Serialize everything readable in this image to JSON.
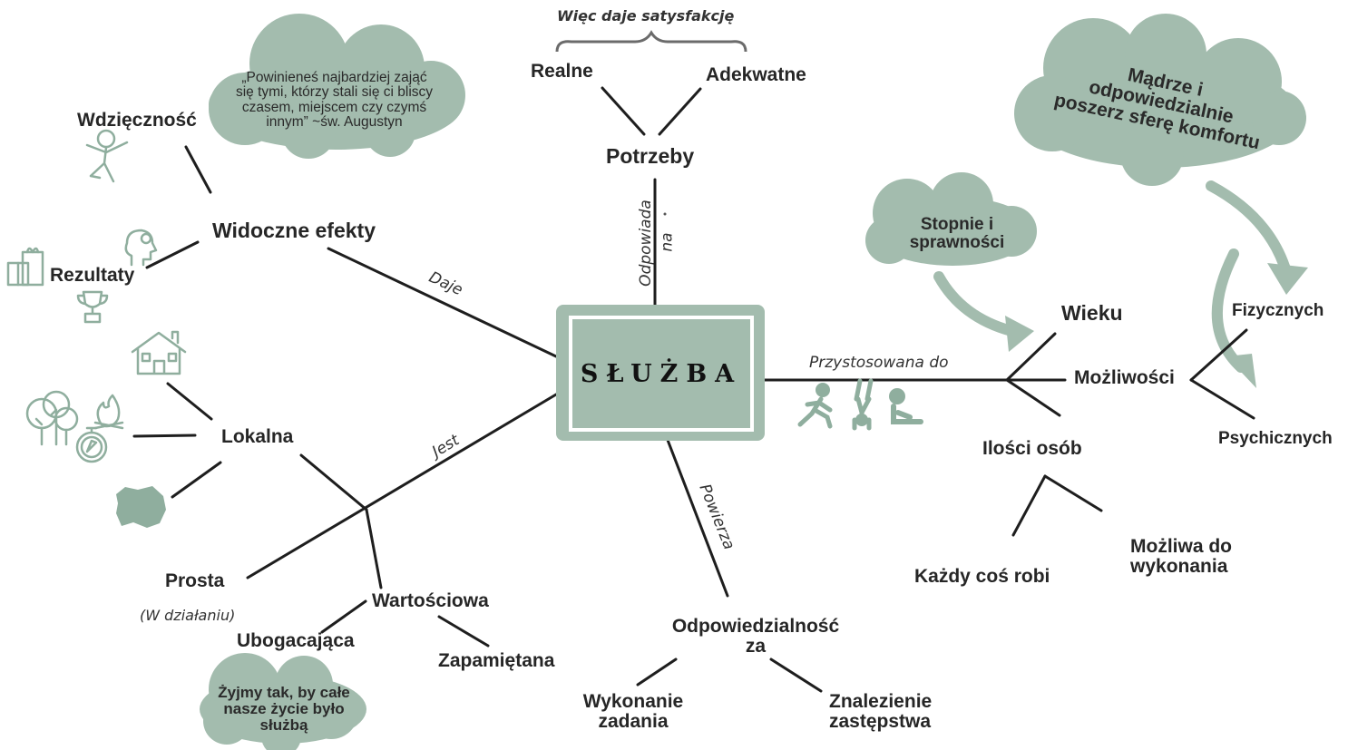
{
  "title": "SŁUŻBA",
  "edges": {
    "odpowiada_na": [
      "Odpowiada",
      "na"
    ],
    "daje": "Daje",
    "jest": "Jest",
    "przystosowana_do": "Przystosowana do",
    "powierza": "Powierza",
    "wiec_daje": "Więc daje satysfakcję"
  },
  "nodes": {
    "potrzeby": "Potrzeby",
    "realne": "Realne",
    "adekwatne": "Adekwatne",
    "widoczne_efekty": "Widoczne efekty",
    "wdziecznosc": "Wdzięczność",
    "rezultaty": "Rezultaty",
    "lokalna": "Lokalna",
    "prosta": "Prosta",
    "w_dzialaniu": "(W działaniu)",
    "wartosciowa": "Wartościowa",
    "ubogacajaca": "Ubogacająca",
    "zapamietana": "Zapamiętana",
    "odpowiedzialnosc": [
      "Odpowiedzialność",
      "za"
    ],
    "wykonanie": [
      "Wykonanie",
      "zadania"
    ],
    "znalezienie": [
      "Znalezienie",
      "zastępstwa"
    ],
    "wieku": "Wieku",
    "mozliwosci": "Możliwości",
    "fizycznych": "Fizycznych",
    "psychicznych": "Psychicznych",
    "ilosci_osob": "Ilości osób",
    "kazdy": "Każdy coś robi",
    "mozliwa": [
      "Możliwa do",
      "wykonania"
    ]
  },
  "clouds": {
    "quote": [
      "„Powinieneś najbardziej zająć",
      "się tymi, którzy stali się ci bliscy",
      "czasem, miejscem czy czymś",
      "innym” ~św. Augustyn"
    ],
    "comfort": [
      "Mądrze i",
      "odpowiedzialnie",
      "poszerz sferę komfortu"
    ],
    "stopnie": [
      "Stopnie i",
      "sprawności"
    ],
    "zyjmy": [
      "Żyjmy tak, by całe",
      "nasze życie było",
      "służbą"
    ]
  },
  "icons": [
    "jumping-person-icon",
    "head-gear-icon",
    "gift-icon",
    "trophy-icon",
    "house-icon",
    "trees-icon",
    "campfire-icon",
    "compass-icon",
    "poland-map-icon",
    "running-person-icon",
    "handstand-person-icon",
    "sitting-person-icon"
  ],
  "colors": {
    "accent": "#a3bcae",
    "ink": "#262626",
    "line": "#1e1e1e"
  }
}
